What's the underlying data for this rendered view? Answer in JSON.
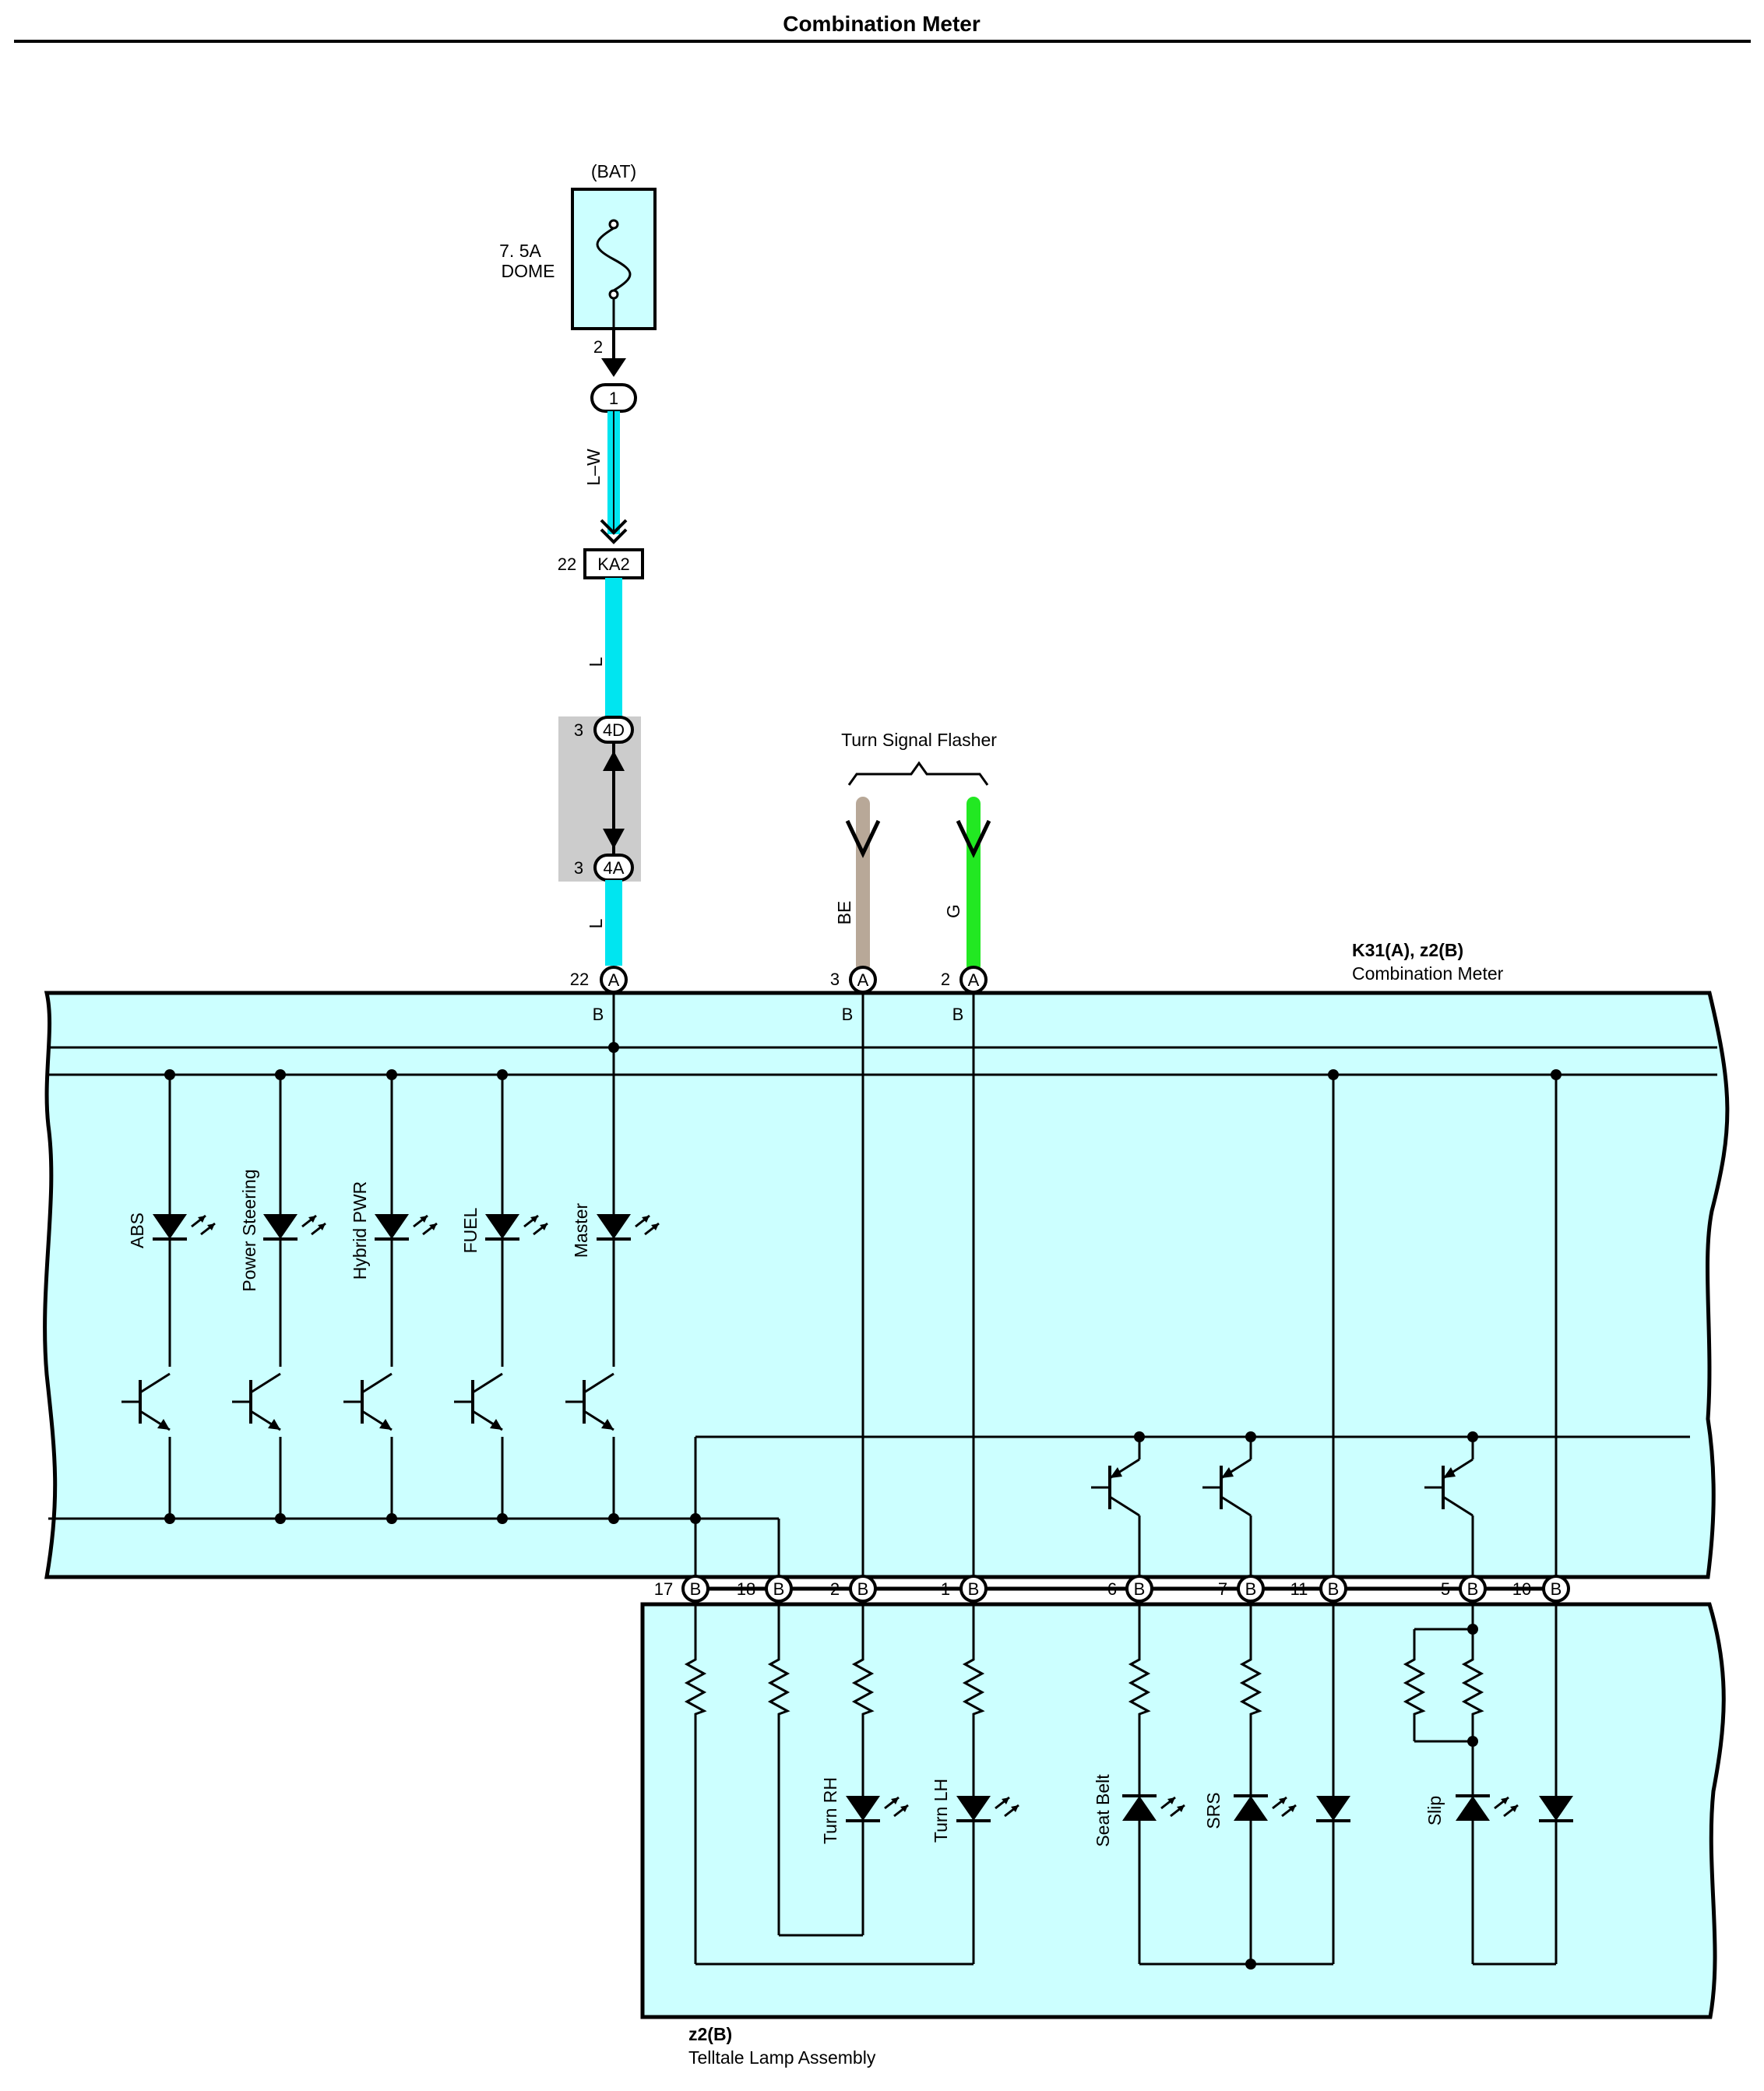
{
  "title": "Combination Meter",
  "fuse": {
    "source": "(BAT)",
    "rating": "7. 5A",
    "name": "DOME",
    "out_pin": "2"
  },
  "connectors": {
    "j1": "1",
    "ka2_pin": "22",
    "ka2": "KA2",
    "c4d_pin": "3",
    "c4d": "4D",
    "c4a_pin": "3",
    "c4a": "4A"
  },
  "wires": {
    "lw": "L–W",
    "l1": "L",
    "l2": "L",
    "be": "BE",
    "g": "G"
  },
  "colors": {
    "wire_l": "#00e5f0",
    "wire_be": "#b8a898",
    "wire_g": "#22e822",
    "box_fill": "#ccffff",
    "splice_fill": "#cccccc"
  },
  "flasher": {
    "label": "Turn Signal Flasher"
  },
  "meter": {
    "label": "K31(A), z2(B)",
    "name": "Combination Meter",
    "pins_a": [
      {
        "num": "22",
        "conn": "A",
        "b": "B"
      },
      {
        "num": "3",
        "conn": "A",
        "b": "B"
      },
      {
        "num": "2",
        "conn": "A",
        "b": "B"
      }
    ],
    "indicators": [
      "ABS",
      "Power Steering",
      "Hybrid PWR",
      "FUEL",
      "Master"
    ]
  },
  "pins_b": [
    {
      "num": "17",
      "conn": "B"
    },
    {
      "num": "18",
      "conn": "B"
    },
    {
      "num": "2",
      "conn": "B"
    },
    {
      "num": "1",
      "conn": "B"
    },
    {
      "num": "6",
      "conn": "B"
    },
    {
      "num": "7",
      "conn": "B"
    },
    {
      "num": "11",
      "conn": "B"
    },
    {
      "num": "5",
      "conn": "B"
    },
    {
      "num": "10",
      "conn": "B"
    }
  ],
  "telltale": {
    "label": "z2(B)",
    "name": "Telltale Lamp Assembly",
    "lamps": [
      "Turn RH",
      "Turn LH",
      "Seat Belt",
      "SRS",
      "Slip"
    ]
  }
}
